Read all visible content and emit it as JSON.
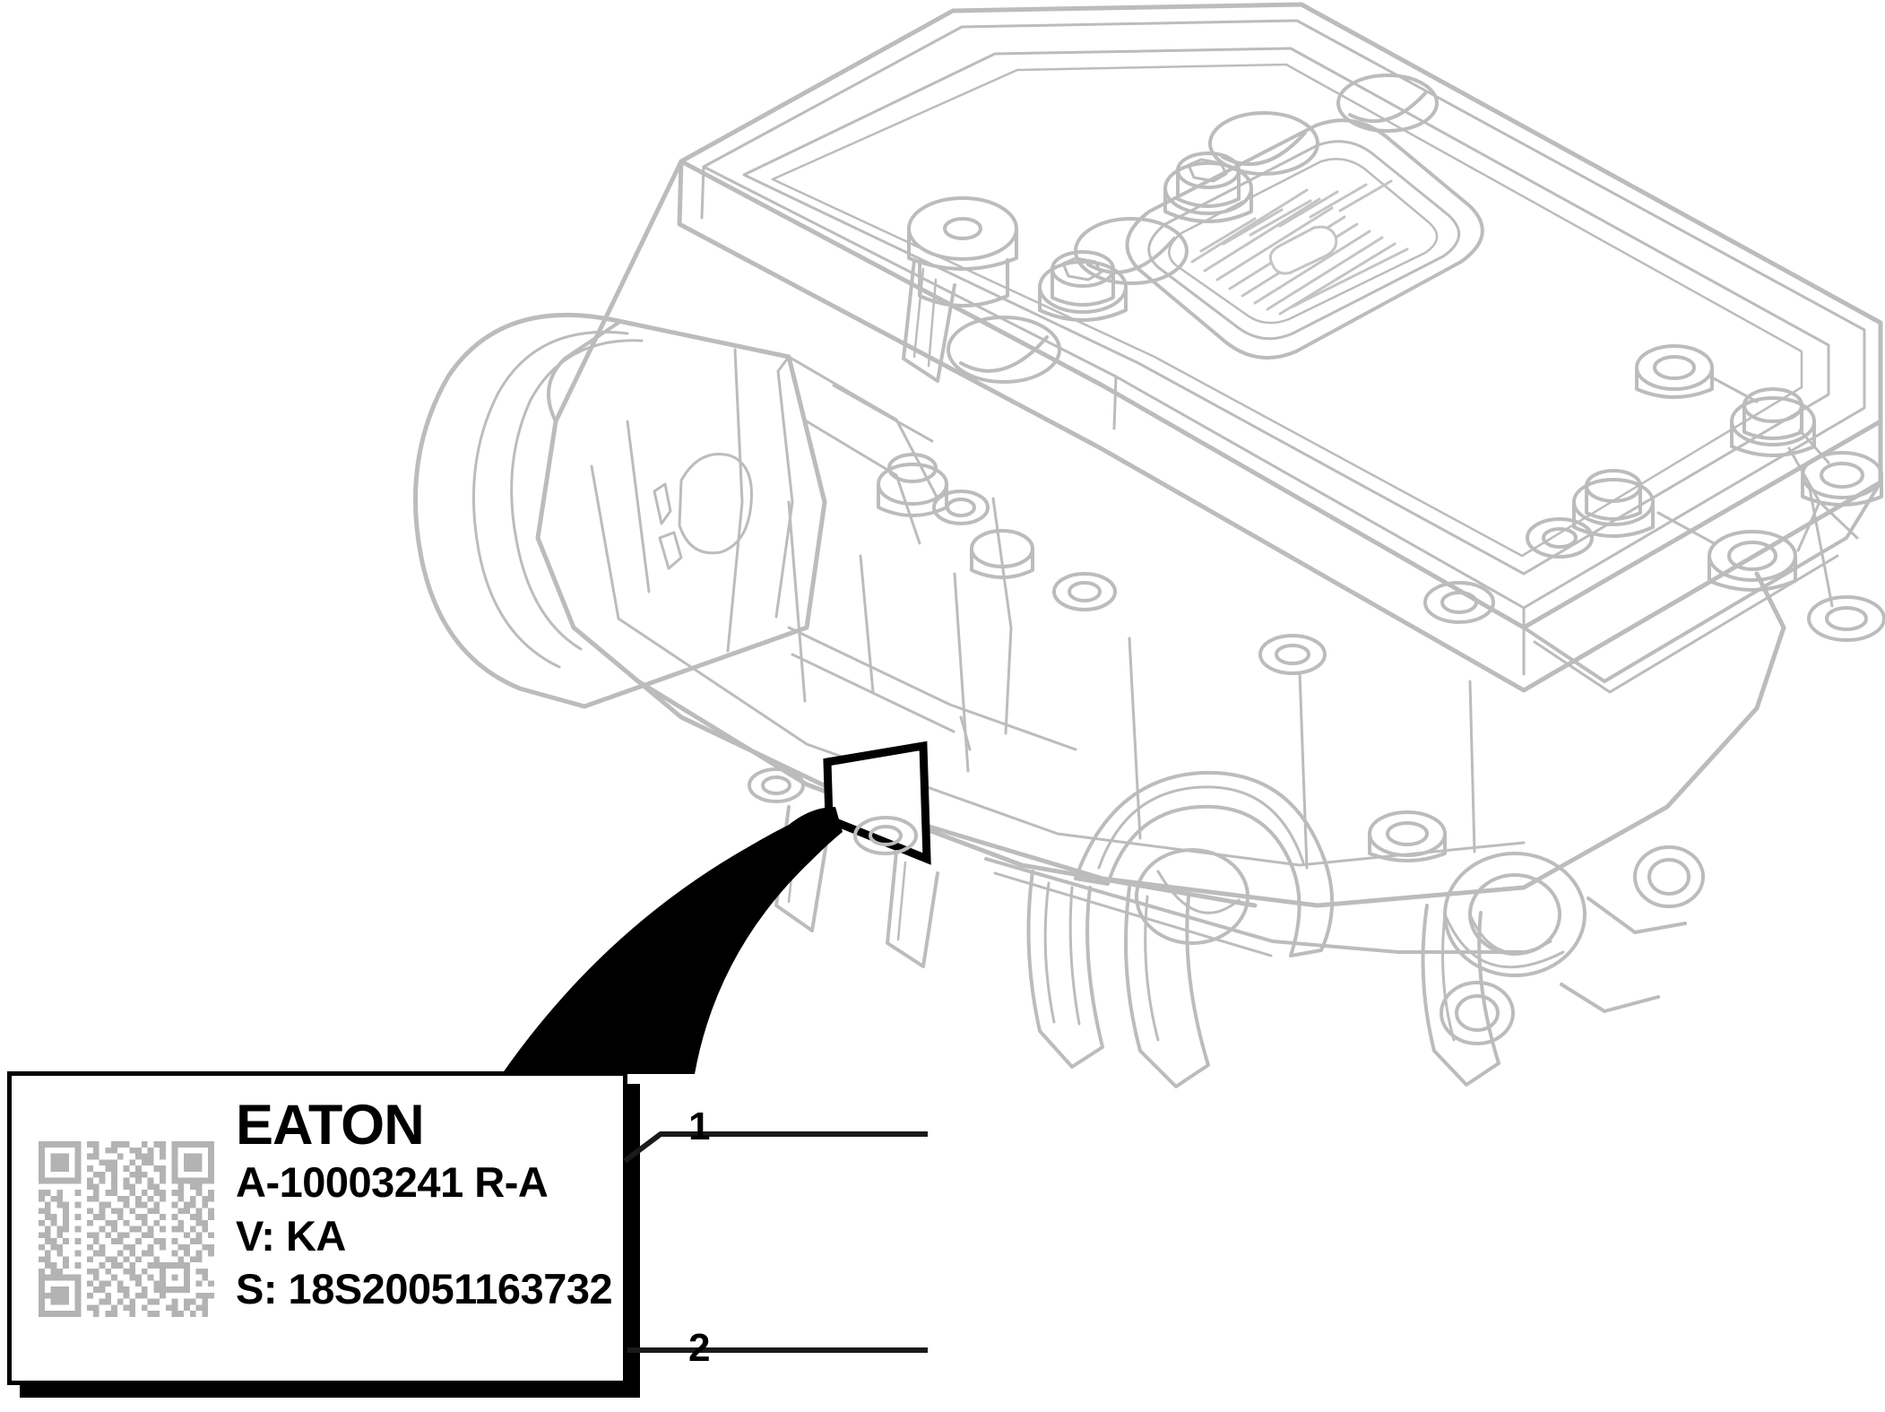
{
  "document": {
    "kind": "technical-service-illustration",
    "subject": "Eaton transmission assembly identification label location"
  },
  "label": {
    "brand": "EATON",
    "part_number": "A-10003241  R-A",
    "version_line": "V: KA",
    "serial_line": "S: 18S20051163732",
    "qr_code_alt": "qr-code",
    "border_color": "#000000",
    "qr_module_color": "#b3b3b3",
    "background": "#ffffff"
  },
  "callouts": [
    {
      "number": "1",
      "points_to": "part-number-line"
    },
    {
      "number": "2",
      "points_to": "serial-number-line"
    }
  ],
  "drawing": {
    "name": "transmission-assembly-line-art",
    "line_color": "#bcbcbc",
    "detail_line_color": "#c8c8c8",
    "label_plate_outline_color": "#000000",
    "components": [
      "electric-motor-housing",
      "gearbox-main-housing",
      "top-cover-plate",
      "electrical-connector-socket",
      "bolt-boss",
      "shift-fork",
      "shaft-bore",
      "mounting-flange",
      "id-label-plate"
    ]
  },
  "pointer": {
    "name": "magnifier-pointer-cone",
    "color": "#000000"
  }
}
